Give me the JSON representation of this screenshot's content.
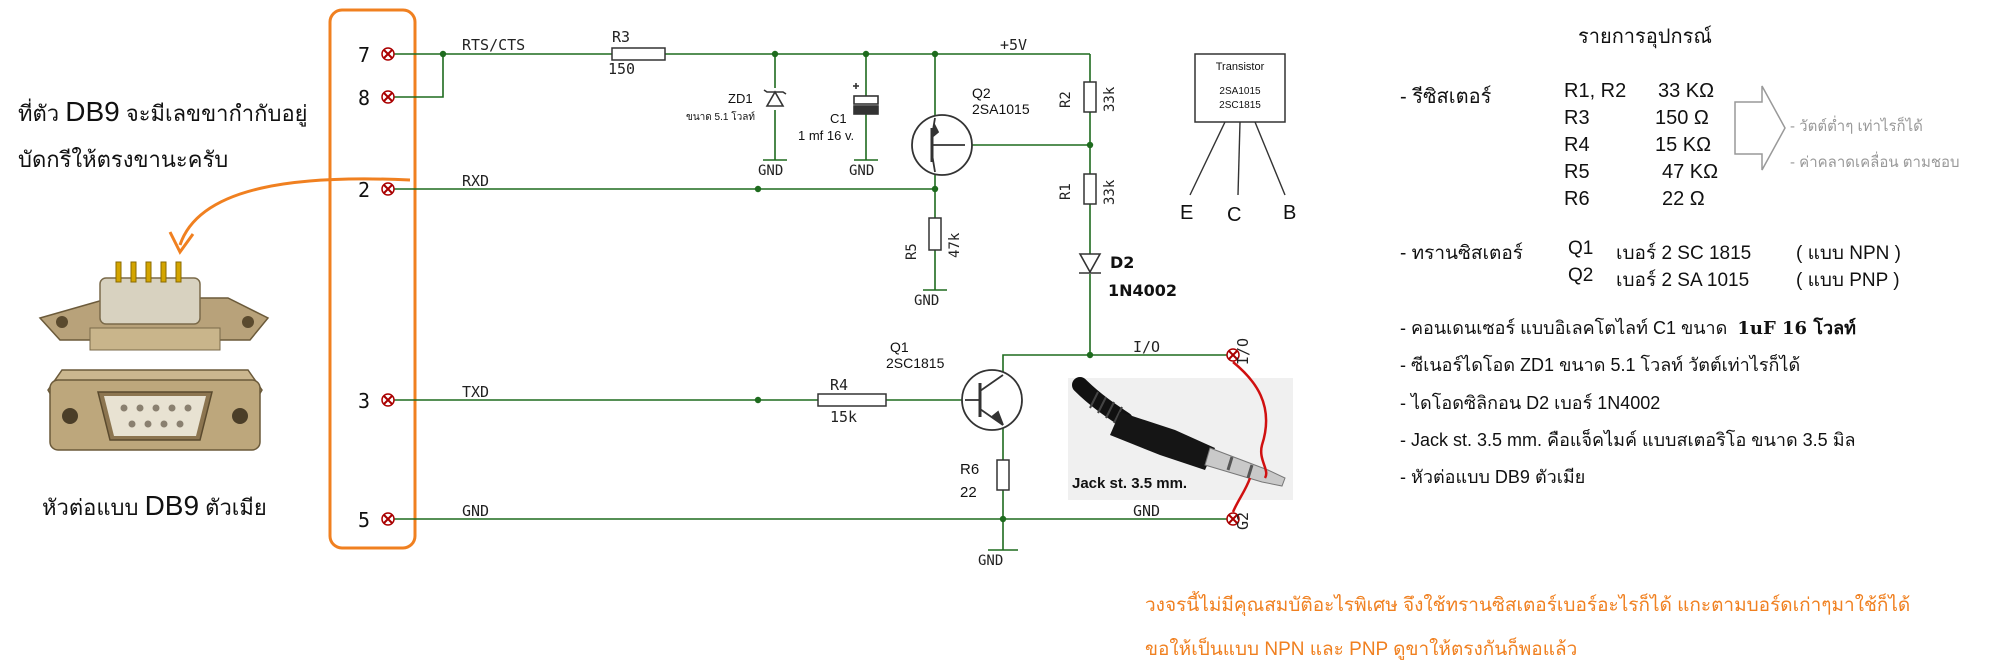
{
  "schematic": {
    "pins": [
      "7",
      "8",
      "2",
      "3",
      "5"
    ],
    "signals": {
      "rts_cts": "RTS/CTS",
      "rxd": "RXD",
      "txd": "TXD",
      "gnd": "GND",
      "io": "I/O",
      "vcc": "+5V",
      "gnd_short": "G2",
      "io_right": "I/O"
    },
    "r3": {
      "name": "R3",
      "value": "150"
    },
    "zd1": {
      "name": "ZD1",
      "desc": "ขนาด 5.1 โวลท์",
      "gnd": "GND"
    },
    "c1": {
      "name": "C1",
      "value": "1 mf 16 v.",
      "gnd": "GND"
    },
    "q2": {
      "name": "Q2",
      "part": "2SA1015"
    },
    "r2": {
      "name": "R2",
      "value": "33k"
    },
    "r1": {
      "name": "R1",
      "value": "33k"
    },
    "r5": {
      "name": "R5",
      "value": "47k",
      "gnd": "GND"
    },
    "d2": {
      "name": "D2",
      "part": "1N4002"
    },
    "q1": {
      "name": "Q1",
      "part": "2SC1815"
    },
    "r4": {
      "name": "R4",
      "value": "15k"
    },
    "r6": {
      "name": "R6",
      "value": "22",
      "gnd": "GND"
    },
    "jack_label": "Jack st. 3.5 mm.",
    "pinout": {
      "title": "Transistor",
      "line1": "2SA1015",
      "line2": "2SC1815",
      "e": "E",
      "c": "C",
      "b": "B"
    }
  },
  "connector": {
    "note_line1_pre": "ที่ตัว ",
    "note_line1_bold": "DB9",
    "note_line1_post": " จะมีเลขขากำกับอยู่",
    "note_line2": "บัดกรีให้ตรงขานะครับ",
    "caption_pre": "หัวต่อแบบ ",
    "caption_bold": "DB9",
    "caption_post": " ตัวเมีย"
  },
  "parts_list": {
    "title": "รายการอุปกรณ์",
    "resistor_label": "- รีซิสเตอร์",
    "resistors": [
      {
        "ref": "R1, R2",
        "value": "33 KΩ"
      },
      {
        "ref": "R3",
        "value": "150 Ω"
      },
      {
        "ref": "R4",
        "value": "15 KΩ"
      },
      {
        "ref": "R5",
        "value": "47 KΩ"
      },
      {
        "ref": "R6",
        "value": "22 Ω"
      }
    ],
    "resistor_notes": [
      "- วัตต์ต่ำๆ เท่าไรก็ได้",
      "- ค่าคลาดเคลื่อน ตามชอบ"
    ],
    "transistor_label": "- ทรานซิสเตอร์",
    "transistors": [
      {
        "ref": "Q1",
        "text": "เบอร์  2 SC 1815",
        "type": "( แบบ NPN )"
      },
      {
        "ref": "Q2",
        "text": "เบอร์  2 SA 1015",
        "type": "( แบบ PNP )"
      }
    ],
    "capacitor": "- คอนเดนเซอร์ แบบอิเลคโตไลท์  C1  ขนาด",
    "capacitor_bold": "1uF 16 โวลท์",
    "zener": "- ซีเนอร์ไดโอด  ZD1        ขนาด 5.1 โวลท์     วัตต์เท่าไรก็ได้",
    "diode": "- ไดโอดซิลิกอน D2 เบอร์ 1N4002",
    "jack": "- Jack st. 3.5 mm.  คือแจ็คไมค์ แบบสเตอริโอ  ขนาด 3.5 มิล",
    "db9": "- หัวต่อแบบ DB9  ตัวเมีย"
  },
  "footer": {
    "line1": "วงจรนี้ไม่มีคุณสมบัติอะไรพิเศษ จึงใช้ทรานซิสเตอร์เบอร์อะไรก็ได้ แกะตามบอร์ดเก่าๆมาใช้ก็ได้",
    "line2": "ขอให้เป็นแบบ NPN  และ PNP  ดูขาให้ตรงกันก็พอแล้ว"
  },
  "colors": {
    "wire": "#1e6b1e",
    "highlight": "#f08020",
    "part": "#333333",
    "jack_wire": "#d01010"
  }
}
